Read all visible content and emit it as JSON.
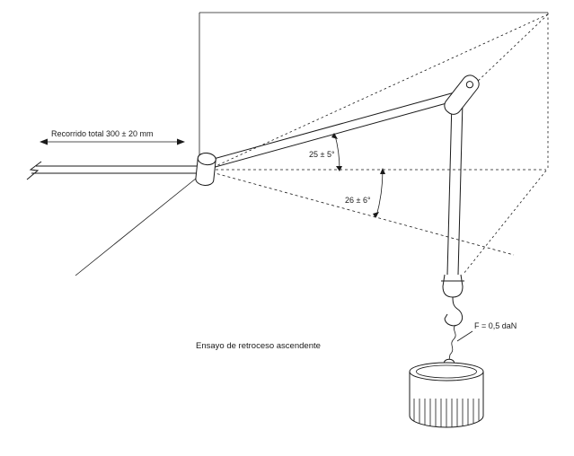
{
  "figure": {
    "caption": "Ensayo de retroceso ascendente",
    "travel_label": "Recorrido total 300 ± 20 mm",
    "angle_upper_label": "25 ± 5°",
    "angle_lower_label": "26 ± 6°",
    "force_label": "F = 0,5 daN",
    "colors": {
      "line": "#1a1a1a",
      "background": "#ffffff"
    }
  }
}
